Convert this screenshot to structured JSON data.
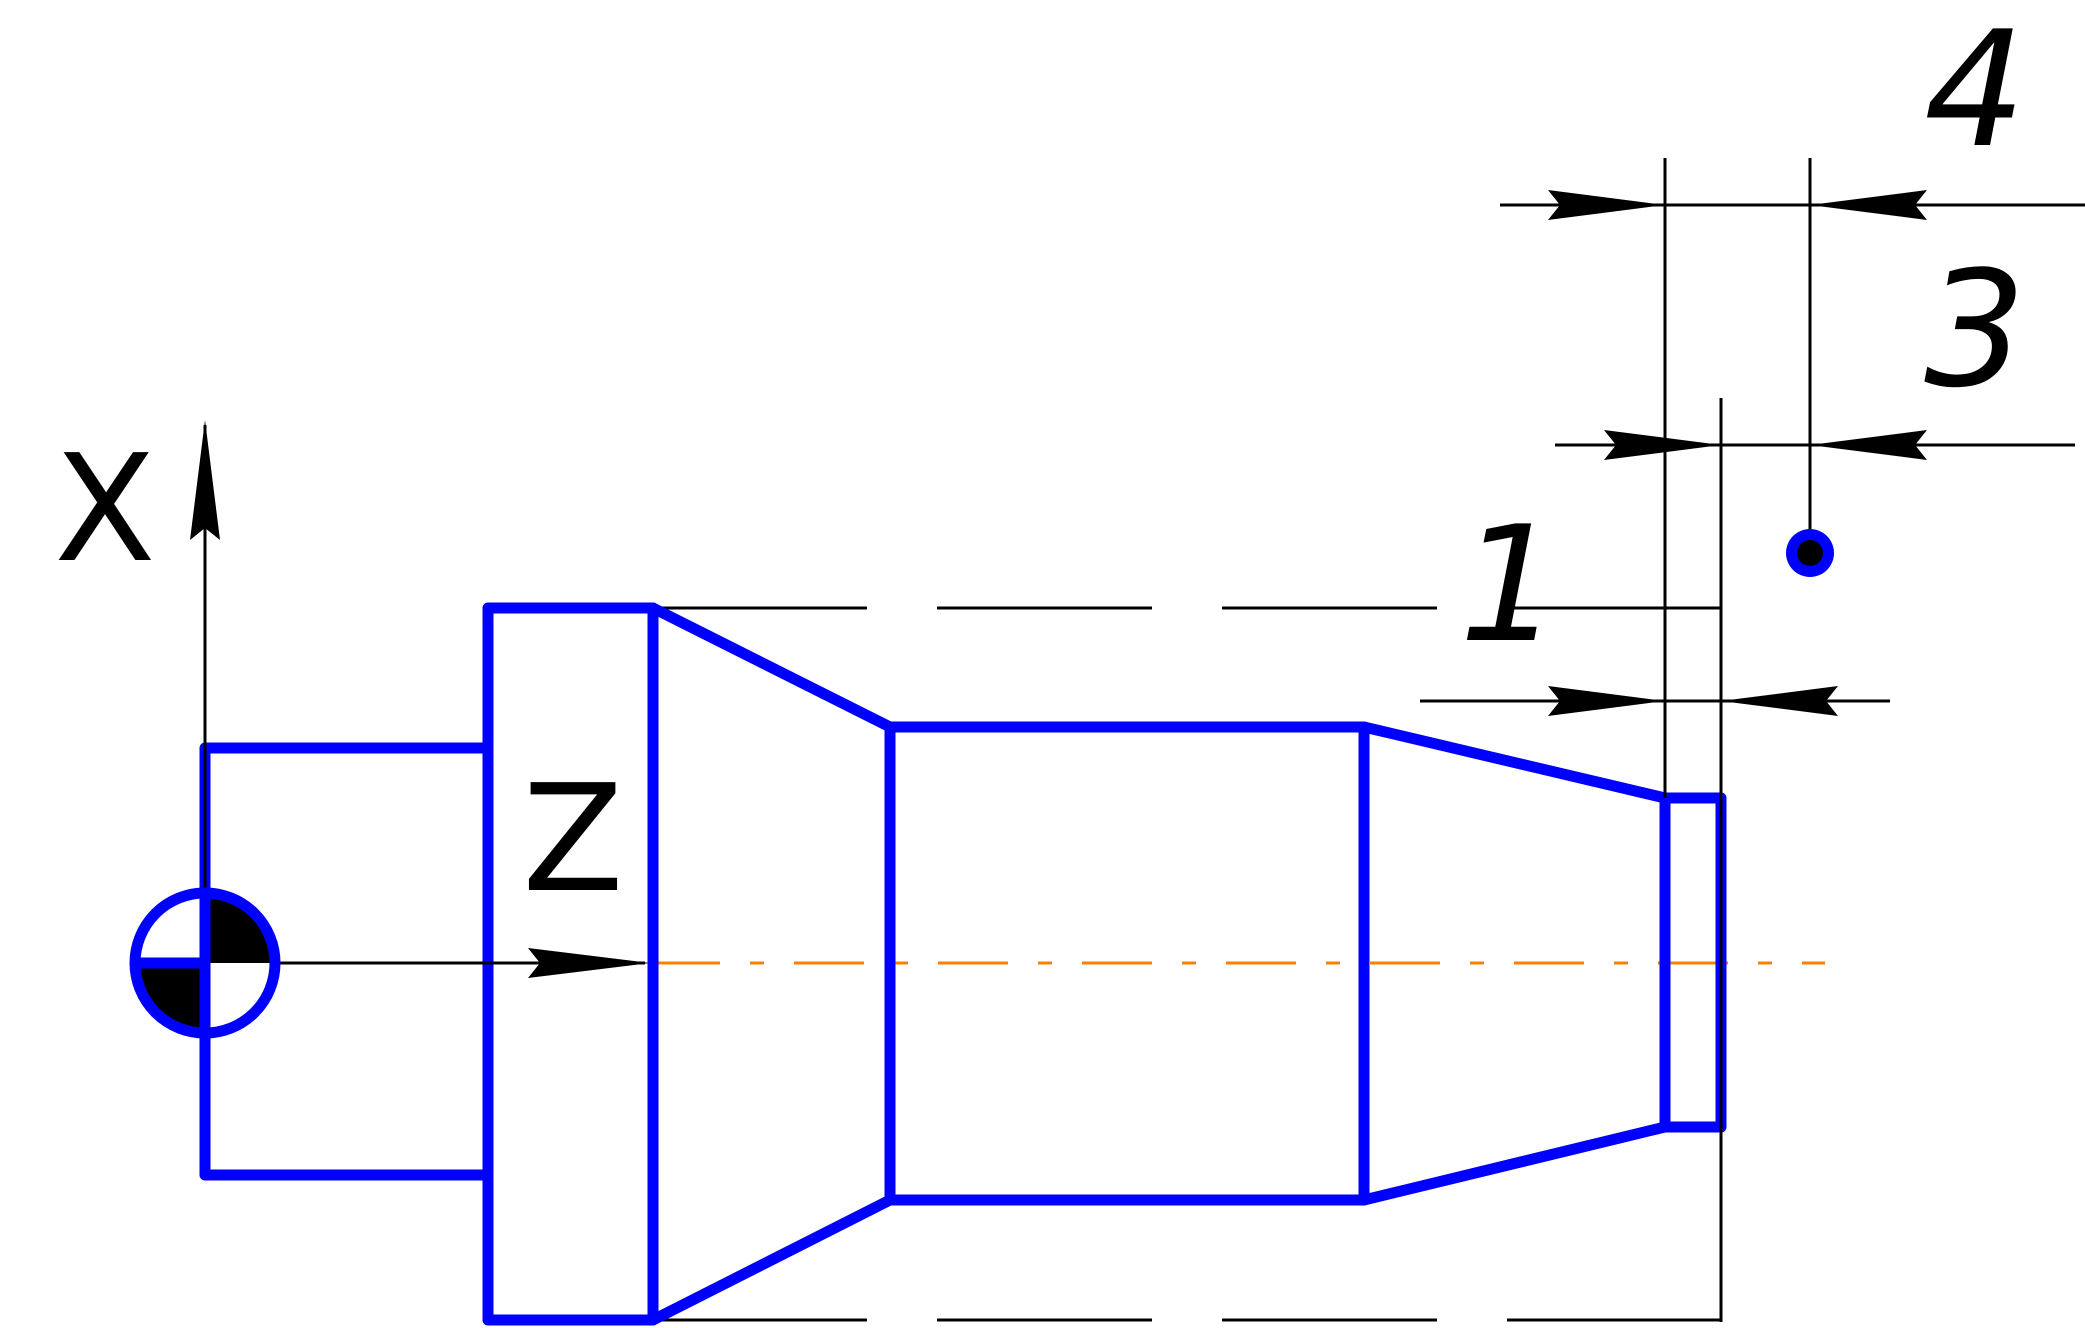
{
  "labels": {
    "x_axis": "X",
    "z_axis": "Z",
    "dim_1": "1",
    "dim_3": "3",
    "dim_4": "4"
  },
  "colors": {
    "part_outline": "#0000ff",
    "center_line": "#ff8000",
    "dimension": "#000000",
    "background": "#ffffff"
  },
  "icons": {
    "origin": "workpiece-zero-icon",
    "tool_point": "tool-point-icon"
  }
}
